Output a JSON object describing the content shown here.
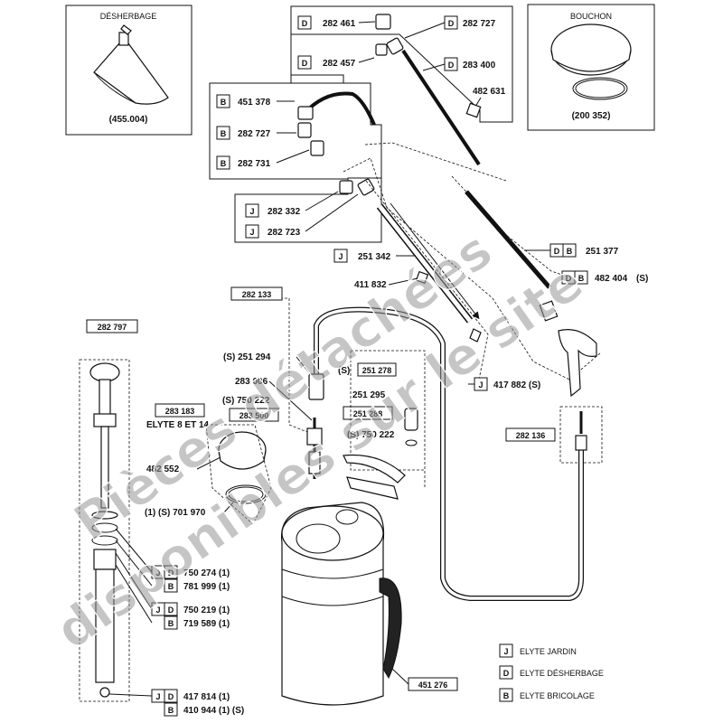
{
  "desherbage_box": {
    "title": "DÉSHERBAGE",
    "ref": "(455.004)"
  },
  "bouchon_box": {
    "title": "BOUCHON",
    "ref": "(200 352)"
  },
  "top_group": {
    "items": [
      {
        "tags": [
          "D"
        ],
        "ref": "282 461"
      },
      {
        "tags": [
          "D"
        ],
        "ref": "282 457"
      },
      {
        "tags": [
          "D"
        ],
        "ref": "282 727"
      },
      {
        "tags": [
          "D"
        ],
        "ref": "283 400"
      }
    ],
    "extra": "482 631"
  },
  "b_group": {
    "items": [
      {
        "tag": "B",
        "ref": "451 378"
      },
      {
        "tag": "B",
        "ref": "282 727"
      },
      {
        "tag": "B",
        "ref": "282 731"
      }
    ]
  },
  "j_group": {
    "items": [
      {
        "tag": "J",
        "ref": "282 332"
      },
      {
        "tag": "J",
        "ref": "282 723"
      }
    ]
  },
  "labels": {
    "l251342": "251 342",
    "l251342_tag": "J",
    "l411832": "411 832",
    "l251377": "251 377",
    "l251377_tags": [
      "D",
      "B"
    ],
    "l482404": "482 404",
    "l482404_suffix": "(S)",
    "l482404_tags": [
      "D",
      "B"
    ],
    "l282133": "282 133",
    "l282797": "282 797",
    "l251294": "(S) 251 294",
    "l283006": "283 006",
    "l750222a": "(S) 750 222",
    "l283500": "283 500",
    "l283183": "283 183",
    "l_elyte": "ELYTE 8 ET 14",
    "l251295": "251 295",
    "l251288": "251 288",
    "l251278_pre": "(S)",
    "l251278": "251 278",
    "l750222b": "(S) 750 222",
    "l417882": "417 882 (S)",
    "l417882_tag": "J",
    "l282136": "282 136",
    "l482552": "482 552",
    "l701970": "(1) (S) 701 970",
    "l451276": "451 276"
  },
  "bottom_refs": [
    {
      "tags": [
        "J",
        "D"
      ],
      "ref": "750 274 (1)"
    },
    {
      "tags": [
        "B"
      ],
      "ref": "781 999 (1)"
    },
    {
      "tags": [
        "J",
        "D"
      ],
      "ref": "750 219 (1)"
    },
    {
      "tags": [
        "B"
      ],
      "ref": "719 589 (1)"
    },
    {
      "tags": [
        "J",
        "D"
      ],
      "ref": "417 814 (1)"
    },
    {
      "tags": [
        "B"
      ],
      "ref": "410 944 (1) (S)"
    }
  ],
  "legend": [
    {
      "tag": "J",
      "label": "ELYTE JARDIN"
    },
    {
      "tag": "D",
      "label": "ELYTE DÉSHERBAGE"
    },
    {
      "tag": "B",
      "label": "ELYTE BRICOLAGE"
    }
  ],
  "watermark": {
    "line1": "Pièces détachées",
    "line2": "disponibles sur le site"
  }
}
